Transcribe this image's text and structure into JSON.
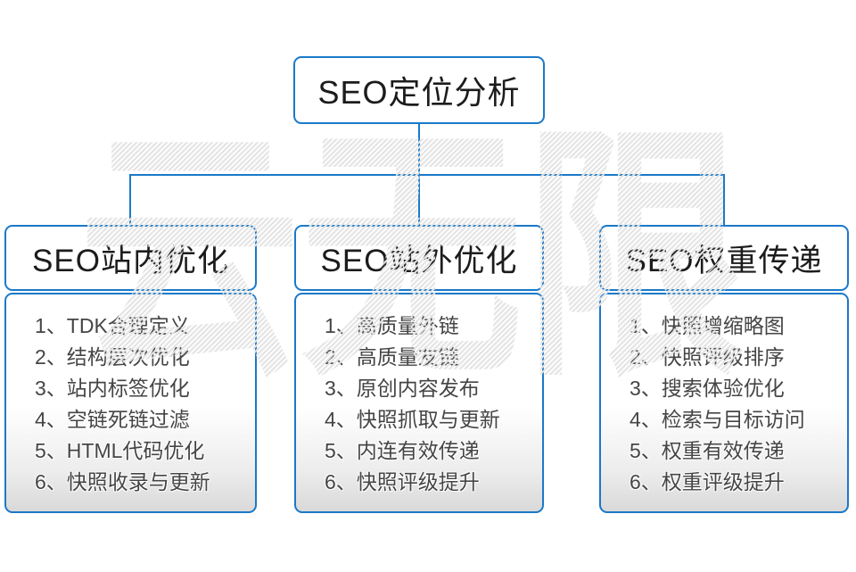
{
  "watermark": {
    "text": "云无限"
  },
  "root_box": {
    "title": "SEO定位分析"
  },
  "columns": [
    {
      "title": "SEO站内优化",
      "items": [
        "1、TDK合理定义",
        "2、结构层次优化",
        "3、站内标签优化",
        "4、空链死链过滤",
        "5、HTML代码优化",
        "6、快照收录与更新"
      ]
    },
    {
      "title": "SEO站外优化",
      "items": [
        "1、高质量外链",
        "2、高质量友链",
        "3、原创内容发布",
        "4、快照抓取与更新",
        "5、内连有效传递",
        "6、快照评级提升"
      ]
    },
    {
      "title": "SEO权重传递",
      "items": [
        "1、快照增缩略图",
        "2、快照评级排序",
        "3、搜索体验优化",
        "4、检索与目标访问",
        "5、权重有效传递",
        "6、权重评级提升"
      ]
    }
  ],
  "colors": {
    "accent_blue": "#1b79c8",
    "header_text": "#1c1c1c",
    "list_text": "#454545",
    "watermark_gray": "#e4e4e4",
    "body_gradient_bottom": "#d9d9d9"
  }
}
